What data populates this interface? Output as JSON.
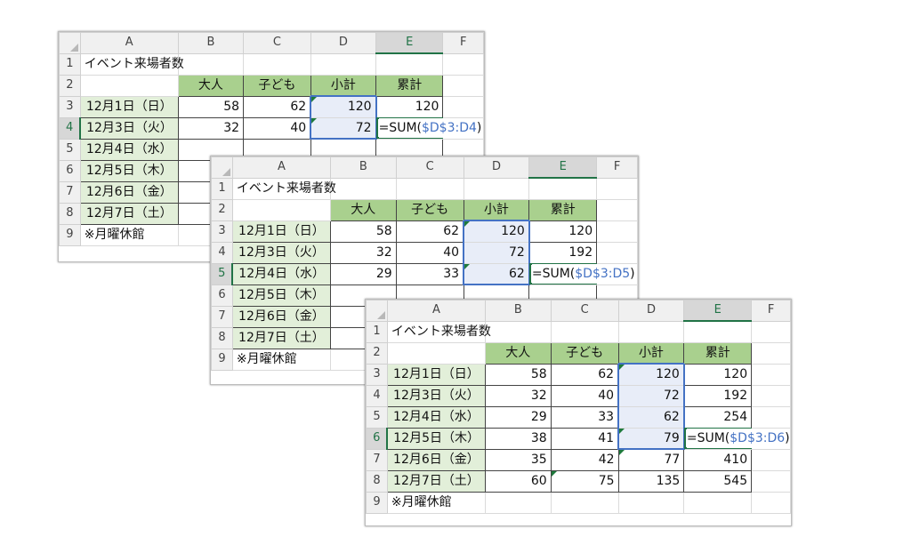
{
  "columns": [
    "A",
    "B",
    "C",
    "D",
    "E",
    "F"
  ],
  "title": "イベント来場者数",
  "headers": [
    "大人",
    "子ども",
    "小計",
    "累計"
  ],
  "note": "※月曜休館",
  "rows": [
    {
      "date": "12月1日（日）",
      "adult": "58",
      "child": "62",
      "subtotal": "120",
      "total": "120"
    },
    {
      "date": "12月3日（火）",
      "adult": "32",
      "child": "40",
      "subtotal": "72",
      "total": "192"
    },
    {
      "date": "12月4日（水）",
      "adult": "29",
      "child": "33",
      "subtotal": "62",
      "total": "254"
    },
    {
      "date": "12月5日（木）",
      "adult": "38",
      "child": "41",
      "subtotal": "79",
      "total": ""
    },
    {
      "date": "12月6日（金）",
      "adult": "35",
      "child": "42",
      "subtotal": "77",
      "total": "410"
    },
    {
      "date": "12月7日（土）",
      "adult": "60",
      "child": "75",
      "subtotal": "135",
      "total": "545"
    }
  ],
  "sheets": [
    {
      "formula_prefix": "=SUM(",
      "formula_ref": "$D$3:D4",
      "formula_suffix": ")"
    },
    {
      "formula_prefix": "=SUM(",
      "formula_ref": "$D$3:D5",
      "formula_suffix": ")"
    },
    {
      "formula_prefix": "=SUM(",
      "formula_ref": "$D$3:D6",
      "formula_suffix": ")"
    }
  ]
}
